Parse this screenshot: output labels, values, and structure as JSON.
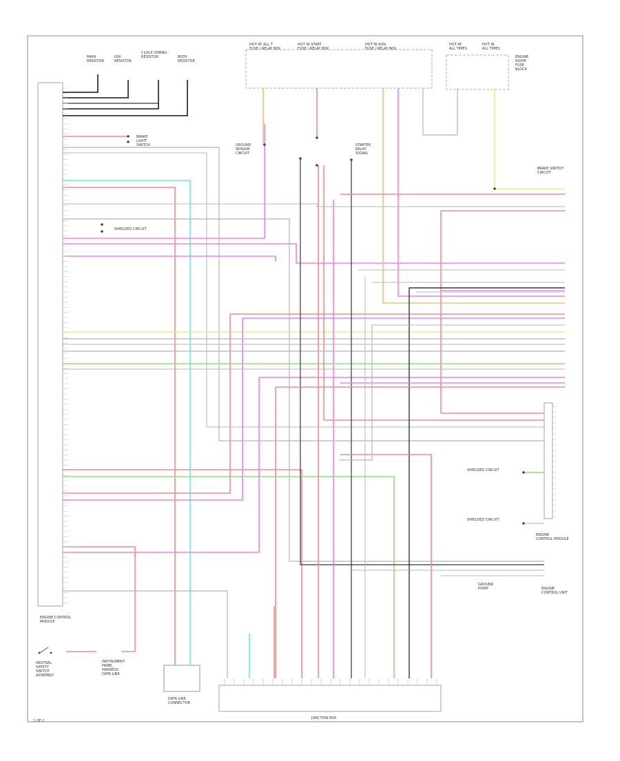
{
  "diagram": {
    "palette": {
      "red": "#f28c8c",
      "pink": "#f07ff0",
      "cyan": "#6fe6ee",
      "green": "#8ee07a",
      "yellow": "#eeee80",
      "orange": "#f2c070",
      "gray": "#b5b5b5",
      "black": "#333333",
      "frame": "#8a8a8a"
    },
    "labels": {
      "fuse_a": "MAIN\nRESISTOR",
      "fuse_b": "IGN\nRESISTOR",
      "fuse_c": "CLOCK SPRING\nRESISTOR",
      "fuse_d": "BODY\nRESISTOR",
      "fuse_block_1": "HOT AT ALL T\nFUSE / RELAY BOX",
      "fuse_block_2": "HOT IN START\nFUSE / RELAY BOX",
      "fuse_block_3": "HOT IN RUN\nFUSE / RELAY BOX",
      "fuse_block_4": "HOT AT\nALL TIMES",
      "fuse_block_5": "HOT IN\nALL TIMES",
      "fuse_block_6": "ENGINE\nROOM\nFUSE\nBLOCK",
      "sensor_ground": "GROUND\nSENSOR\nCIRCUIT",
      "starter": "STARTER\nRELAY\nSIGNAL",
      "brake_switch": "BRAKE\nLIGHT\nSWITCH",
      "ecm_left": "ENGINE CONTROL\nMODULE",
      "ecm_right_top": "BRAKE SWITCH\nCIRCUIT",
      "ecm_right_mid": "ENGINE\nCONTROL MODULE",
      "ecm_right_low": "ENGINE\nCONTROL UNIT",
      "ground_pt": "GROUND\nPOINT",
      "sw_left": "NEUTRAL\nSAFETY\nSWITCH\nASSEMBLY",
      "sensor_bottom": "INSTRUMENT\nPANEL\nHARNESS\nDATA LINK",
      "dlc": "DATA LINK\nCONNECTOR",
      "junction": "JUNCTION BOX",
      "shielded_1": "SHIELDED CIRCUIT",
      "shielded_2": "SHIELDED CIRCUIT",
      "shielded_3": "SHIELDED CIRCUIT",
      "page_ref": "1 OF 2"
    }
  }
}
